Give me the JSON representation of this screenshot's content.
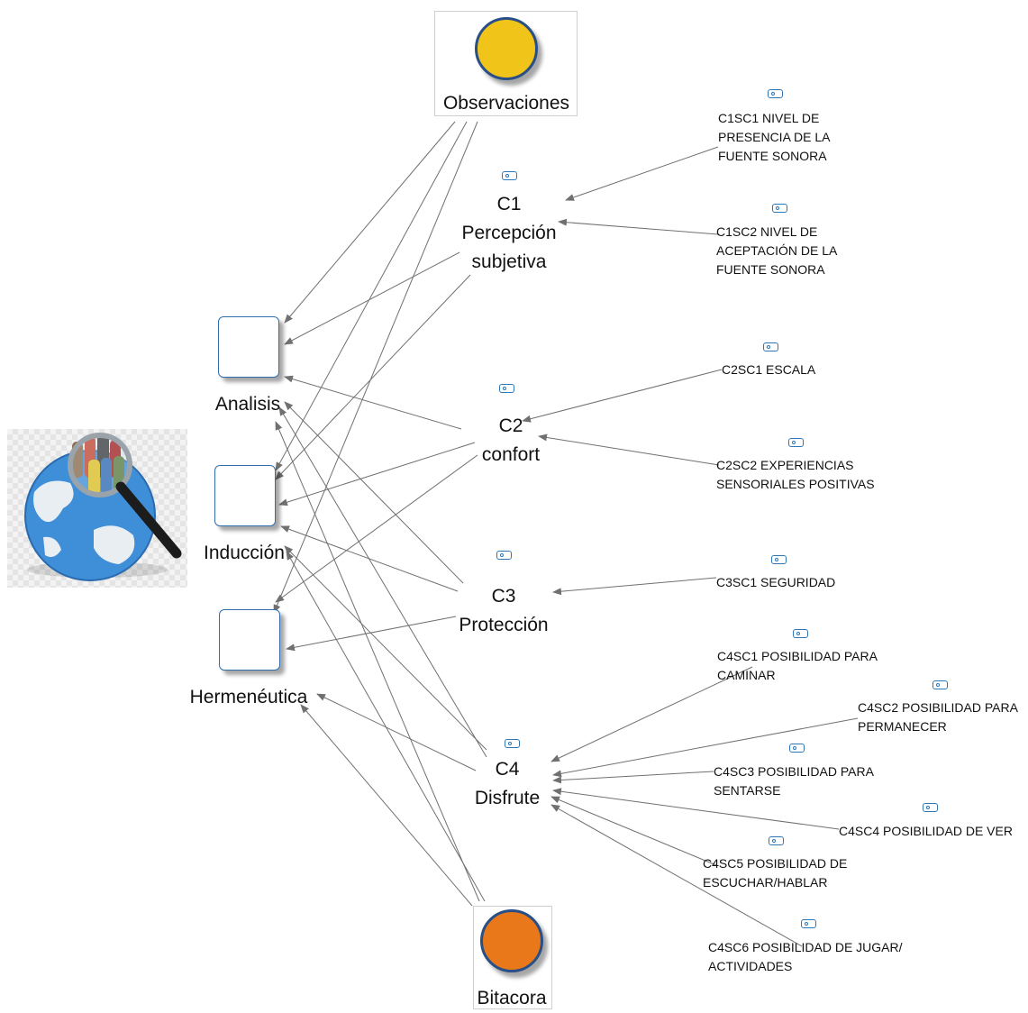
{
  "sources": {
    "observaciones": {
      "label": "Observaciones",
      "color": "#f0c419"
    },
    "bitacora": {
      "label": "Bitacora",
      "color": "#e8781a"
    }
  },
  "documents": {
    "analisis": "Analisis",
    "induccion": "Inducción",
    "hermeneutica": "Hermenéutica"
  },
  "categories": {
    "c1": {
      "line1": "C1",
      "line2": "Percepción",
      "line3": "subjetiva"
    },
    "c2": {
      "line1": "C2",
      "line2": "confort"
    },
    "c3": {
      "line1": "C3",
      "line2": "Protección"
    },
    "c4": {
      "line1": "C4",
      "line2": "Disfrute"
    }
  },
  "codes": {
    "c1sc1": [
      "C1SC1 NIVEL DE",
      "PRESENCIA DE LA",
      "FUENTE SONORA"
    ],
    "c1sc2": [
      "C1SC2 NIVEL DE",
      "ACEPTACIÓN DE LA",
      "FUENTE SONORA"
    ],
    "c2sc1": [
      "C2SC1 ESCALA"
    ],
    "c2sc2": [
      "C2SC2 EXPERIENCIAS",
      "SENSORIALES POSITIVAS"
    ],
    "c3sc1": [
      "C3SC1 SEGURIDAD"
    ],
    "c4sc1": [
      "C4SC1 POSIBILIDAD PARA",
      "CAMINAR"
    ],
    "c4sc2": [
      "C4SC2 POSIBILIDAD PARA",
      "PERMANECER"
    ],
    "c4sc3": [
      "C4SC3 POSIBILIDAD PARA",
      "SENTARSE"
    ],
    "c4sc4": [
      "C4SC4 POSIBILIDAD DE VER"
    ],
    "c4sc5": [
      "C4SC5 POSIBILIDAD DE",
      "ESCUCHAR/HABLAR"
    ],
    "c4sc6": [
      "C4SC6 POSIBILIDAD DE JUGAR/",
      "ACTIVIDADES"
    ]
  },
  "colors": {
    "edge": "#707070",
    "doc_border": "#2f6fb0",
    "tag": "#2f78b7"
  }
}
